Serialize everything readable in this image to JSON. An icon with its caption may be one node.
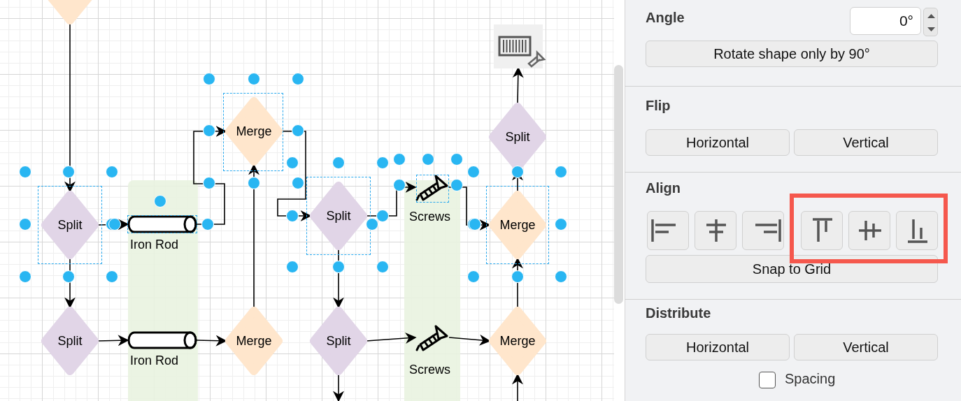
{
  "diagram": {
    "nodes": [
      {
        "text": [],
        "shape": "diamond"
      },
      {
        "text": [],
        "shape": "picture"
      },
      {
        "text": [
          "Merge"
        ]
      },
      {
        "text": [
          "Split"
        ]
      },
      {
        "text": [
          "Split"
        ]
      },
      {
        "text": [
          "Iron Rod"
        ]
      },
      {
        "text": [
          "Split"
        ]
      },
      {
        "text": [
          "Screws"
        ]
      },
      {
        "text": [
          "Merge"
        ]
      },
      {
        "text": [
          "Split"
        ]
      },
      {
        "text": [
          "Iron Rod"
        ]
      },
      {
        "text": [
          "Merge"
        ]
      },
      {
        "text": [
          "Split"
        ]
      },
      {
        "text": [
          "Screws"
        ]
      },
      {
        "text": [
          "Merge"
        ]
      }
    ],
    "edges": [
      {
        "from": 0,
        "to": 4,
        "arrow": "to"
      },
      {
        "from": 4,
        "to": 5,
        "arrow": "to"
      },
      {
        "from": 5,
        "to": 2,
        "arrow": "to"
      },
      {
        "from": 2,
        "to": 6,
        "arrow": "to"
      },
      {
        "from": 6,
        "to": 7,
        "arrow": "to"
      },
      {
        "from": 7,
        "to": 8,
        "arrow": "to"
      },
      {
        "from": 8,
        "to": 3,
        "arrow": "to"
      },
      {
        "from": 3,
        "to": 1,
        "arrow": "to"
      },
      {
        "from": 11,
        "to": 2,
        "arrow": "to"
      },
      {
        "from": 4,
        "to": 9,
        "arrow": "to"
      },
      {
        "from": 9,
        "to": 10,
        "arrow": "to"
      },
      {
        "from": 10,
        "to": 11,
        "arrow": "to"
      },
      {
        "from": 12,
        "to": 13,
        "arrow": "to"
      },
      {
        "from": 13,
        "to": 14,
        "arrow": "to"
      },
      {
        "from": 14,
        "to": 8,
        "arrow": "to"
      },
      {
        "from": 6,
        "to": 12,
        "arrow": "to"
      },
      {
        "from": 12,
        "to": null,
        "arrow": "to"
      },
      {
        "from": null,
        "to": 14,
        "arrow": "to"
      }
    ],
    "labels": [
      "Angle",
      "0°",
      "Rotate shape only by 90°",
      "Flip",
      "Horizontal",
      "Vertical",
      "Align",
      "Snap to Grid",
      "Distribute",
      "Horizontal",
      "Vertical",
      "Spacing"
    ]
  }
}
